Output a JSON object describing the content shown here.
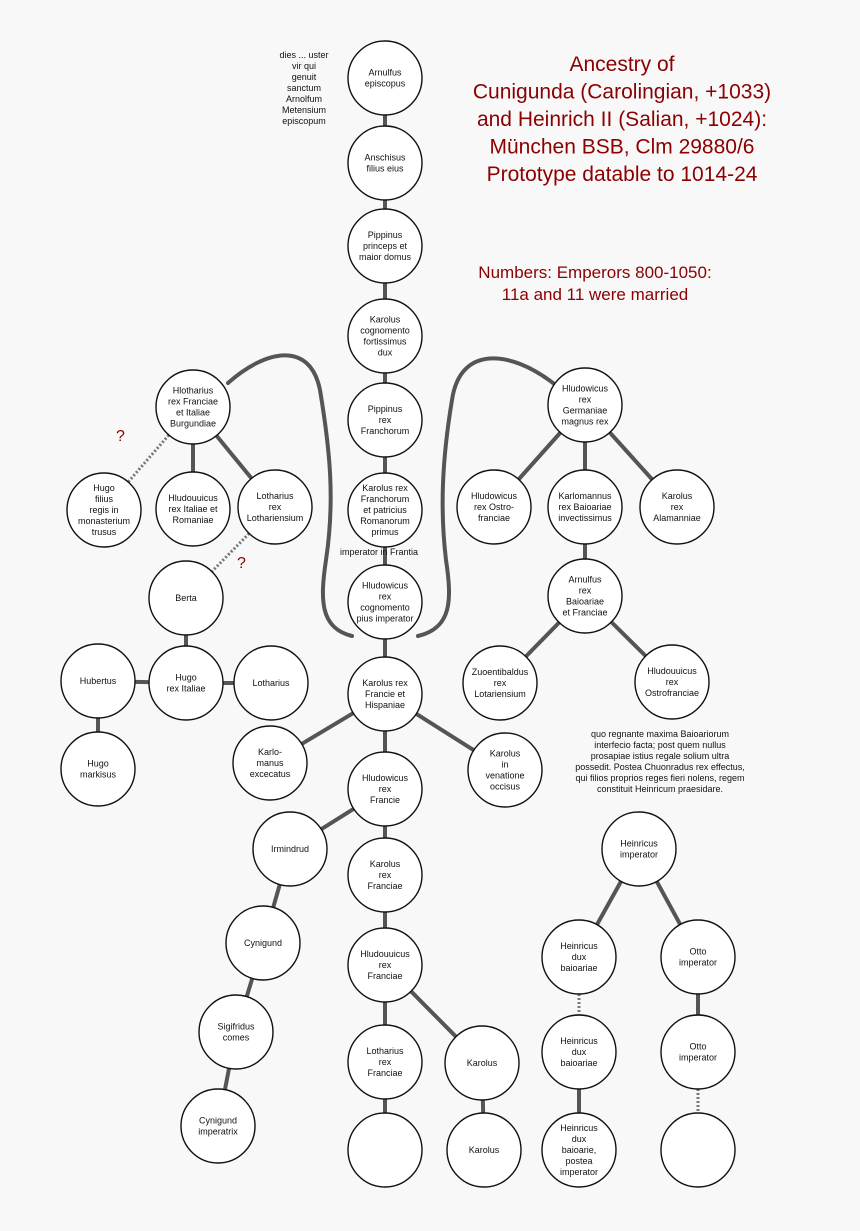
{
  "title": [
    "Ancestry of",
    "Cunigunda (Carolingian, +1033)",
    "and Heinrich II (Salian, +1024):",
    "München BSB, Clm 29880/6",
    "Prototype datable to 1014-24"
  ],
  "subtitle": [
    "Numbers: Emperors 800-1050:",
    "11a and 11 were married"
  ],
  "question_mark": "?",
  "notes": {
    "arnulf_note": [
      "dies ... uster",
      "vir qui",
      "genuit",
      "sanctum",
      "Arnolfum",
      "Metensium",
      "episcopum"
    ],
    "imperator_note": "imperator in Frantia",
    "baioaria_note": [
      "quo regnante maxima Baioariorum",
      "interfecio facta; post quem nullus",
      "prosapiae istius regale solium ultra",
      "possedit. Postea Chuonradus rex effectus,",
      "qui filios proprios reges fieri nolens, regem",
      "constituit Heinricum praesidare."
    ]
  },
  "nodes": {
    "arnulfus_episcopus": [
      "Arnulfus",
      "episcopus"
    ],
    "anschisus": [
      "Anschisus",
      "filius eius"
    ],
    "pippinus_maior": [
      "Pippinus",
      "princeps et",
      "maior domus"
    ],
    "karolus_fortissimus": [
      "Karolus",
      "cognomento",
      "fortissimus",
      "dux"
    ],
    "pippinus_rex": [
      "Pippinus",
      "rex",
      "Franchorum"
    ],
    "karolus_primus": [
      "Karolus rex",
      "Franchorum",
      "et patricius",
      "Romanorum",
      "primus"
    ],
    "hludowicus_pius": [
      "Hludowicus",
      "rex",
      "cognomento",
      "pius imperator"
    ],
    "karolus_francie": [
      "Karolus rex",
      "Francie et",
      "Hispaniae"
    ],
    "karlomanus": [
      "Karlo-",
      "manus",
      "excecatus"
    ],
    "karolus_venatione": [
      "Karolus",
      "in",
      "venatione",
      "occisus"
    ],
    "hludowicus_francie": [
      "Hludowicus",
      "rex",
      "Francie"
    ],
    "karolus_franciae": [
      "Karolus",
      "rex",
      "Franciae"
    ],
    "hludouuicus_franciae": [
      "Hludouuicus",
      "rex",
      "Franciae"
    ],
    "lotharius_franciae": [
      "Lotharius",
      "rex",
      "Franciae"
    ],
    "karolus_a": [
      "Karolus"
    ],
    "karolus_b": [
      "Karolus"
    ],
    "irmindrud": [
      "Irmindrud"
    ],
    "cynigund": [
      "Cynigund"
    ],
    "sigifridus": [
      "Sigifridus",
      "comes"
    ],
    "cynigund_imperatrix": [
      "Cynigund",
      "imperatrix"
    ],
    "hlotharius": [
      "Hlotharius",
      "rex Franciae",
      "et Italiae",
      "Burgundiae"
    ],
    "hugo_filius": [
      "Hugo",
      "filius",
      "regis in",
      "monasterium",
      "trusus"
    ],
    "hludouuicus_italiae": [
      "Hludouuicus",
      "rex Italiae et",
      "Romaniae"
    ],
    "lotharius_lothariensium": [
      "Lotharius",
      "rex",
      "Lothariensium"
    ],
    "berta": [
      "Berta"
    ],
    "hugo_italiae": [
      "Hugo",
      "rex Italiae"
    ],
    "hubertus": [
      "Hubertus"
    ],
    "lotharius": [
      "Lotharius"
    ],
    "hugo_markisus": [
      "Hugo",
      "markisus"
    ],
    "hludowicus_germaniae": [
      "Hludowicus",
      "rex",
      "Germaniae",
      "magnus rex"
    ],
    "hludowicus_ostrofranciae": [
      "Hludowicus",
      "rex Ostro-",
      "franciae"
    ],
    "karlomannus": [
      "Karlomannus",
      "rex Baioariae",
      "invectissimus"
    ],
    "karolus_alamanniae": [
      "Karolus",
      "rex",
      "Alamanniae"
    ],
    "arnulfus_rex": [
      "Arnulfus",
      "rex",
      "Baioariae",
      "et Franciae"
    ],
    "zuoentibaldus": [
      "Zuoentibaldus",
      "rex",
      "Lotariensium"
    ],
    "hludouuicus_ostrofranciae": [
      "Hludouuicus",
      "rex",
      "Ostrofranciae"
    ],
    "heinricus_imperator": [
      "Heinricus",
      "imperator"
    ],
    "heinricus_dux_a": [
      "Heinricus",
      "dux",
      "baioariae"
    ],
    "heinricus_dux_b": [
      "Heinricus",
      "dux",
      "baioariae"
    ],
    "heinricus_postea": [
      "Heinricus",
      "dux",
      "baioarie,",
      "postea",
      "imperator"
    ],
    "otto_a": [
      "Otto",
      "imperator"
    ],
    "otto_b": [
      "Otto",
      "imperator"
    ],
    "empty_a": [],
    "empty_b": []
  }
}
